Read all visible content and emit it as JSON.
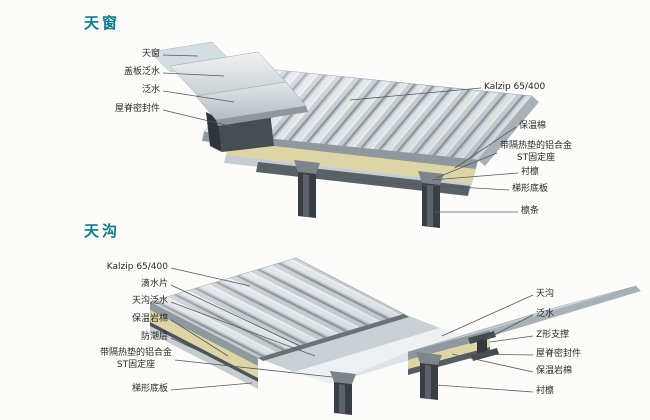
{
  "colors": {
    "accent_teal": "#0c7b8d",
    "background": "#fcfcfa",
    "metal_panel": "#c5ccd1",
    "insulation_yellow": "#ded5a6",
    "dark_steel": "#383e43",
    "label_text": "#2a2a2a"
  },
  "skylight_section": {
    "title": "天窗",
    "left_labels": [
      "天窗",
      "盖板泛水",
      "泛水",
      "屋脊密封件"
    ],
    "right_labels": [
      "Kalzip 65/400",
      "保温棉",
      "带隔热垫的铝合金\nST固定座",
      "衬檩",
      "梯形底板",
      "檩条"
    ]
  },
  "gutter_section": {
    "title": "天沟",
    "left_labels": [
      "Kalzip 65/400",
      "滴水片",
      "天沟泛水",
      "保温岩棉",
      "防潮层",
      "带隔热垫的铝合金\nST固定座",
      "梯形底板"
    ],
    "right_labels": [
      "天沟",
      "泛水",
      "Z形支撑",
      "屋脊密封件",
      "保温岩棉",
      "衬檩"
    ]
  }
}
